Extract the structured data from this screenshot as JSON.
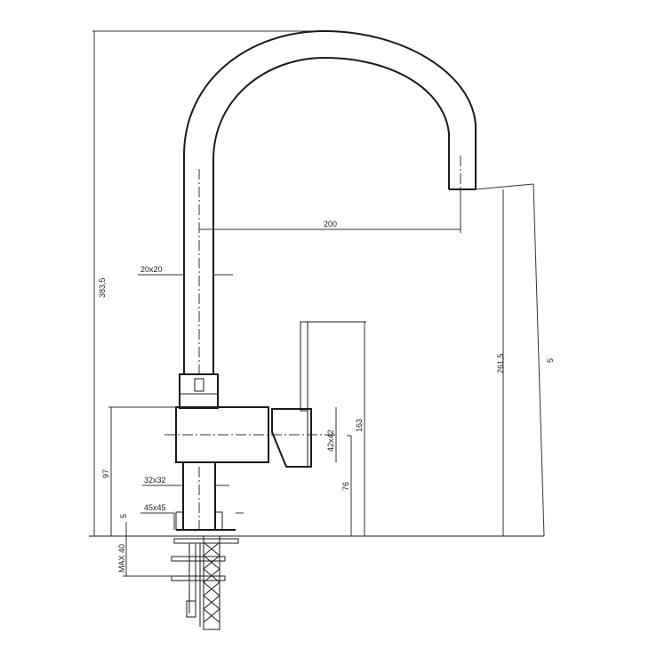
{
  "drawing": {
    "title": "Kitchen mixer tap technical drawing",
    "line_color": "#1a1a1a",
    "background": "#ffffff",
    "dimensions": {
      "total_height": "383,5",
      "spout_reach": "200",
      "spout_tube": "20x20",
      "spout_outlet_height": "261,5",
      "angle_tail": "5",
      "lever_body": "42x42",
      "lever_top": "163",
      "lever_axis": "76",
      "body_height": "97",
      "base_column": "32x32",
      "base_plate": "45x45",
      "base_plate_thickness": "5",
      "max_counter_thickness": "MAX 40"
    }
  }
}
